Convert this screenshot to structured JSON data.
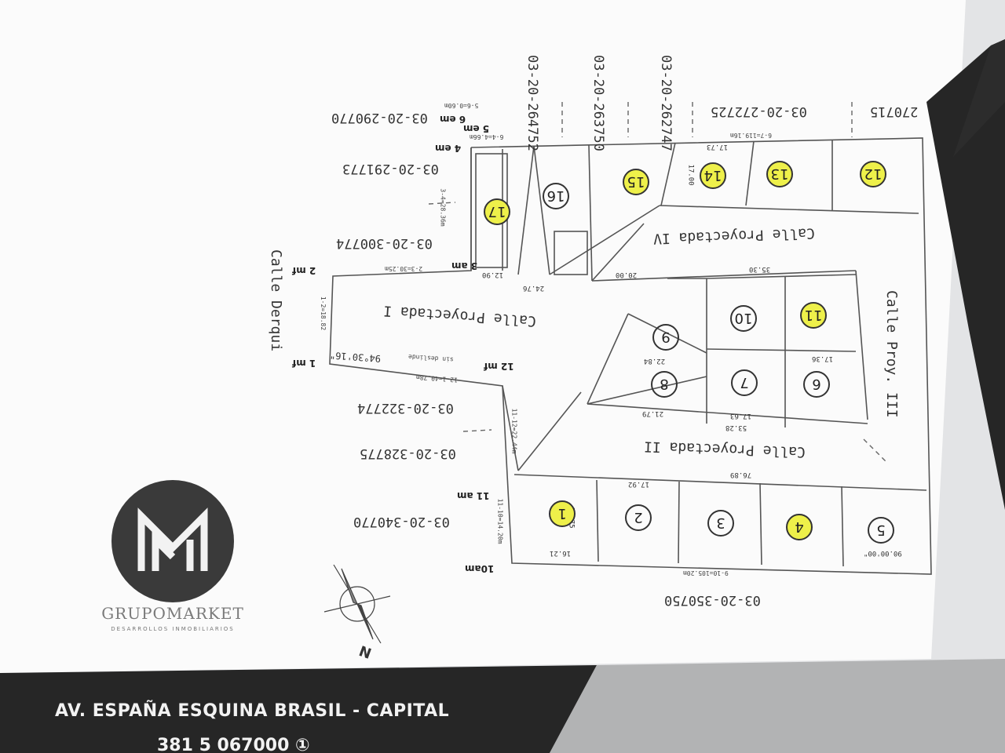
{
  "plan": {
    "top_parcels": [
      "03-20-264752",
      "03-20-263750",
      "03-20-262747",
      "03-20-272725",
      "270715"
    ],
    "left_parcels": [
      "03-20-290770",
      "03-20-291773",
      "03-20-300774",
      "03-20-322774",
      "03-20-328775",
      "03-20-340770"
    ],
    "bottom_parcel": "03-20-350750",
    "streets": {
      "derqui": "Calle Derqui",
      "proyectada_i": "Calle Proyectada I",
      "proyectada_ii": "Calle Proyectada II",
      "proyectada_iv": "Calle Proyectada IV",
      "proy_iii": "Calle Proy. III"
    },
    "markers": [
      "6 em",
      "5 em",
      "4 em",
      "3 am",
      "2 mf",
      "1 mf",
      "12 mf",
      "11 am",
      "10am"
    ],
    "lots": [
      {
        "n": "1",
        "highlighted": true
      },
      {
        "n": "2",
        "highlighted": false
      },
      {
        "n": "3",
        "highlighted": false
      },
      {
        "n": "4",
        "highlighted": true
      },
      {
        "n": "5",
        "highlighted": false
      },
      {
        "n": "6",
        "highlighted": false
      },
      {
        "n": "7",
        "highlighted": false
      },
      {
        "n": "8",
        "highlighted": false
      },
      {
        "n": "9",
        "highlighted": false
      },
      {
        "n": "10",
        "highlighted": false
      },
      {
        "n": "11",
        "highlighted": true
      },
      {
        "n": "12",
        "highlighted": true
      },
      {
        "n": "13",
        "highlighted": true
      },
      {
        "n": "14",
        "highlighted": true
      },
      {
        "n": "15",
        "highlighted": true
      },
      {
        "n": "16",
        "highlighted": false
      },
      {
        "n": "17",
        "highlighted": true
      }
    ],
    "dims": {
      "d1": "17.92",
      "d2": "16.75",
      "d3": "16.21",
      "d4": "17.73",
      "d5": "17.00",
      "d6": "35.30",
      "d7": "24.76",
      "d8": "20.00",
      "d9": "53.28",
      "d10": "76.89",
      "d11": "22.84",
      "d12": "21.79",
      "d13": "17.63",
      "d14": "17.36",
      "d15": "12.90",
      "d16": "90.00'00\"",
      "d17": "94°30'16\"",
      "d18": "sin deslinde",
      "d19": "12-1=40.78m",
      "d20": "9-10=105.20m",
      "d21": "6-7=119.16m",
      "d22": "3-4=28.36m",
      "d23": "2-3=30.25m",
      "d24": "1-2=18.82",
      "d25": "11-12=22.44m",
      "d26": "11-10=14.20m",
      "d27": "5-6=0.60m",
      "d28": "6-4=4.66m"
    },
    "north": "N"
  },
  "brand": {
    "name": "GRUPOMARKET",
    "tagline": "DESARROLLOS INMOBILIARIOS"
  },
  "footer": {
    "address": "AV. ESPAÑA ESQUINA BRASIL - CAPITAL",
    "phone": "381 5 067000 ①"
  },
  "colors": {
    "highlight": "#eef04a",
    "line": "#555555",
    "dark_band": "#262626"
  }
}
